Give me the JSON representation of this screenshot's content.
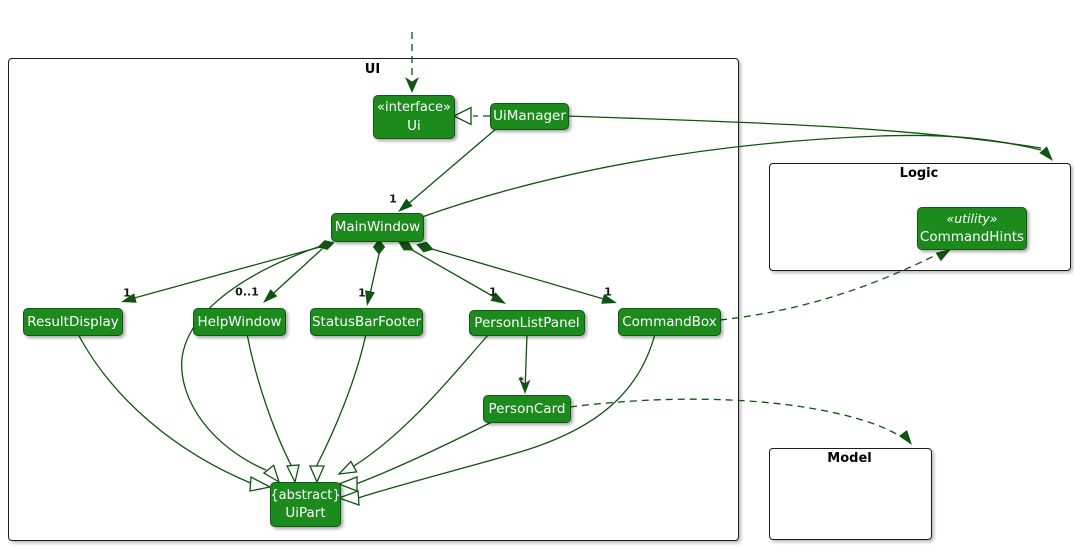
{
  "colors": {
    "class_fill": "#1d8a1d",
    "class_border": "#0e5a0e",
    "edge": "#105410",
    "package_border": "#1c1c1c",
    "text_on_fill": "#ffffff",
    "label_text": "#151515"
  },
  "packages": {
    "ui": {
      "label": "UI"
    },
    "logic": {
      "label": "Logic"
    },
    "model": {
      "label": "Model"
    }
  },
  "classes": {
    "ui_interface": {
      "stereotype": "«interface»",
      "name": "Ui"
    },
    "ui_manager": {
      "name": "UiManager"
    },
    "main_window": {
      "name": "MainWindow"
    },
    "result_display": {
      "name": "ResultDisplay"
    },
    "help_window": {
      "name": "HelpWindow"
    },
    "status_bar_footer": {
      "name": "StatusBarFooter"
    },
    "person_list_panel": {
      "name": "PersonListPanel"
    },
    "command_box": {
      "name": "CommandBox"
    },
    "person_card": {
      "name": "PersonCard"
    },
    "ui_part": {
      "stereotype": "{abstract}",
      "name": "UiPart"
    },
    "command_hints": {
      "stereotype": "«utility»",
      "name": "CommandHints"
    }
  },
  "multiplicities": {
    "main_window": "1",
    "result_display": "1",
    "help_window": "0..1",
    "status_bar_footer": "1",
    "person_list_panel": "1",
    "command_box": "1",
    "person_card": "*"
  },
  "edges": [
    {
      "from": "external",
      "to": "Ui",
      "type": "dashed-arrow"
    },
    {
      "from": "UiManager",
      "to": "Ui",
      "type": "realization"
    },
    {
      "from": "UiManager",
      "to": "MainWindow",
      "type": "arrow",
      "label": "1"
    },
    {
      "from": "UiManager",
      "to": "Logic",
      "type": "arrow"
    },
    {
      "from": "MainWindow",
      "to": "Logic",
      "type": "arrow"
    },
    {
      "from": "MainWindow",
      "to": "ResultDisplay",
      "type": "composition",
      "label": "1"
    },
    {
      "from": "MainWindow",
      "to": "HelpWindow",
      "type": "composition",
      "label": "0..1"
    },
    {
      "from": "MainWindow",
      "to": "StatusBarFooter",
      "type": "composition",
      "label": "1"
    },
    {
      "from": "MainWindow",
      "to": "PersonListPanel",
      "type": "composition",
      "label": "1"
    },
    {
      "from": "MainWindow",
      "to": "CommandBox",
      "type": "composition",
      "label": "1"
    },
    {
      "from": "PersonListPanel",
      "to": "PersonCard",
      "type": "arrow",
      "label": "*"
    },
    {
      "from": "MainWindow",
      "to": "UiPart",
      "type": "inheritance"
    },
    {
      "from": "ResultDisplay",
      "to": "UiPart",
      "type": "inheritance"
    },
    {
      "from": "HelpWindow",
      "to": "UiPart",
      "type": "inheritance"
    },
    {
      "from": "StatusBarFooter",
      "to": "UiPart",
      "type": "inheritance"
    },
    {
      "from": "PersonListPanel",
      "to": "UiPart",
      "type": "inheritance"
    },
    {
      "from": "CommandBox",
      "to": "UiPart",
      "type": "inheritance"
    },
    {
      "from": "PersonCard",
      "to": "UiPart",
      "type": "inheritance"
    },
    {
      "from": "CommandBox",
      "to": "CommandHints",
      "type": "dashed-arrow"
    },
    {
      "from": "PersonCard",
      "to": "Model",
      "type": "dashed-arrow"
    }
  ]
}
